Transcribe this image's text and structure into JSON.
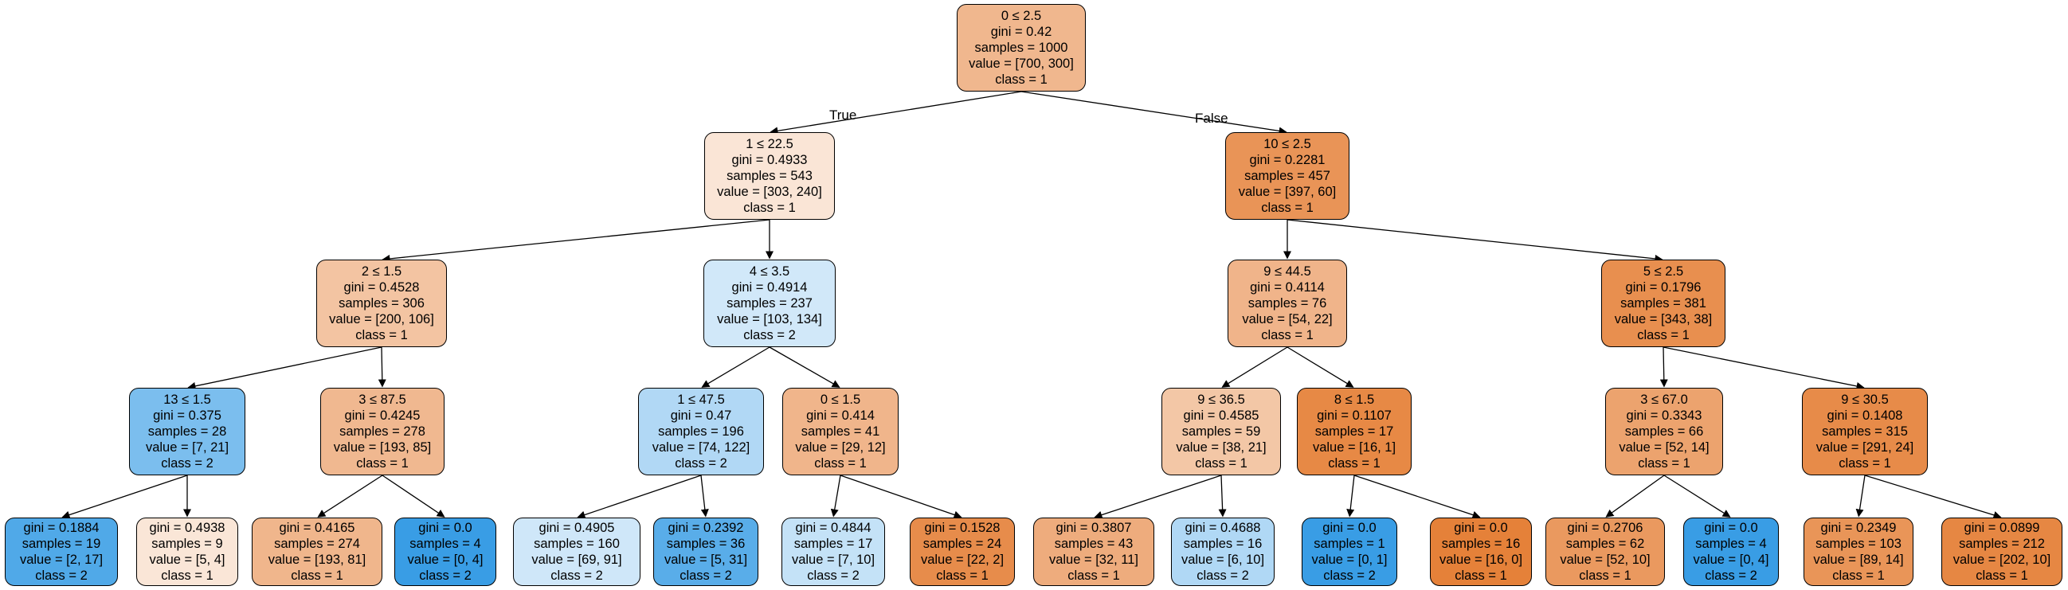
{
  "colors": {
    "class_1_fill": "#e58139",
    "class_2_fill": "#399de5",
    "edge": "#000000"
  },
  "edge_labels": {
    "true_label": "True",
    "false_label": "False"
  },
  "nodes": [
    {
      "id": "n0",
      "lines": [
        "0 ≤ 2.5",
        "gini = 0.42",
        "samples = 1000",
        "value = [700, 300]",
        "class = 1"
      ],
      "class": 1,
      "strength": 0.571
    },
    {
      "id": "n1",
      "lines": [
        "1 ≤ 22.5",
        "gini = 0.4933",
        "samples = 543",
        "value = [303, 240]",
        "class = 1"
      ],
      "class": 1,
      "strength": 0.208
    },
    {
      "id": "n2",
      "lines": [
        "10 ≤ 2.5",
        "gini = 0.2281",
        "samples = 457",
        "value = [397, 60]",
        "class = 1"
      ],
      "class": 1,
      "strength": 0.849
    },
    {
      "id": "n3",
      "lines": [
        "2 ≤ 1.5",
        "gini = 0.4528",
        "samples = 306",
        "value = [200, 106]",
        "class = 1"
      ],
      "class": 1,
      "strength": 0.47
    },
    {
      "id": "n4",
      "lines": [
        "4 ≤ 3.5",
        "gini = 0.4914",
        "samples = 237",
        "value = [103, 134]",
        "class = 2"
      ],
      "class": 2,
      "strength": 0.231
    },
    {
      "id": "n5",
      "lines": [
        "9 ≤ 44.5",
        "gini = 0.4114",
        "samples = 76",
        "value = [54, 22]",
        "class = 1"
      ],
      "class": 1,
      "strength": 0.593
    },
    {
      "id": "n6",
      "lines": [
        "5 ≤ 2.5",
        "gini = 0.1796",
        "samples = 381",
        "value = [343, 38]",
        "class = 1"
      ],
      "class": 1,
      "strength": 0.889
    },
    {
      "id": "n7",
      "lines": [
        "13 ≤ 1.5",
        "gini = 0.375",
        "samples = 28",
        "value = [7, 21]",
        "class = 2"
      ],
      "class": 2,
      "strength": 0.667
    },
    {
      "id": "n8",
      "lines": [
        "3 ≤ 87.5",
        "gini = 0.4245",
        "samples = 278",
        "value = [193, 85]",
        "class = 1"
      ],
      "class": 1,
      "strength": 0.56
    },
    {
      "id": "n9",
      "lines": [
        "1 ≤ 47.5",
        "gini = 0.47",
        "samples = 196",
        "value = [74, 122]",
        "class = 2"
      ],
      "class": 2,
      "strength": 0.393
    },
    {
      "id": "n10",
      "lines": [
        "0 ≤ 1.5",
        "gini = 0.414",
        "samples = 41",
        "value = [29, 12]",
        "class = 1"
      ],
      "class": 1,
      "strength": 0.586
    },
    {
      "id": "n11",
      "lines": [
        "9 ≤ 36.5",
        "gini = 0.4585",
        "samples = 59",
        "value = [38, 21]",
        "class = 1"
      ],
      "class": 1,
      "strength": 0.447
    },
    {
      "id": "n12",
      "lines": [
        "8 ≤ 1.5",
        "gini = 0.1107",
        "samples = 17",
        "value = [16, 1]",
        "class = 1"
      ],
      "class": 1,
      "strength": 0.938
    },
    {
      "id": "n13",
      "lines": [
        "3 ≤ 67.0",
        "gini = 0.3343",
        "samples = 66",
        "value = [52, 14]",
        "class = 1"
      ],
      "class": 1,
      "strength": 0.731
    },
    {
      "id": "n14",
      "lines": [
        "9 ≤ 30.5",
        "gini = 0.1408",
        "samples = 315",
        "value = [291, 24]",
        "class = 1"
      ],
      "class": 1,
      "strength": 0.918
    },
    {
      "id": "n15",
      "lines": [
        "gini = 0.1884",
        "samples = 19",
        "value = [2, 17]",
        "class = 2"
      ],
      "class": 2,
      "strength": 0.882
    },
    {
      "id": "n16",
      "lines": [
        "gini = 0.4938",
        "samples = 9",
        "value = [5, 4]",
        "class = 1"
      ],
      "class": 1,
      "strength": 0.2
    },
    {
      "id": "n17",
      "lines": [
        "gini = 0.4165",
        "samples = 274",
        "value = [193, 81]",
        "class = 1"
      ],
      "class": 1,
      "strength": 0.58
    },
    {
      "id": "n18",
      "lines": [
        "gini = 0.0",
        "samples = 4",
        "value = [0, 4]",
        "class = 2"
      ],
      "class": 2,
      "strength": 1.0
    },
    {
      "id": "n19",
      "lines": [
        "gini = 0.4905",
        "samples = 160",
        "value = [69, 91]",
        "class = 2"
      ],
      "class": 2,
      "strength": 0.242
    },
    {
      "id": "n20",
      "lines": [
        "gini = 0.2392",
        "samples = 36",
        "value = [5, 31]",
        "class = 2"
      ],
      "class": 2,
      "strength": 0.839
    },
    {
      "id": "n21",
      "lines": [
        "gini = 0.4844",
        "samples = 17",
        "value = [7, 10]",
        "class = 2"
      ],
      "class": 2,
      "strength": 0.3
    },
    {
      "id": "n22",
      "lines": [
        "gini = 0.1528",
        "samples = 24",
        "value = [22, 2]",
        "class = 1"
      ],
      "class": 1,
      "strength": 0.909
    },
    {
      "id": "n23",
      "lines": [
        "gini = 0.3807",
        "samples = 43",
        "value = [32, 11]",
        "class = 1"
      ],
      "class": 1,
      "strength": 0.656
    },
    {
      "id": "n24",
      "lines": [
        "gini = 0.4688",
        "samples = 16",
        "value = [6, 10]",
        "class = 2"
      ],
      "class": 2,
      "strength": 0.4
    },
    {
      "id": "n25",
      "lines": [
        "gini = 0.0",
        "samples = 1",
        "value = [0, 1]",
        "class = 2"
      ],
      "class": 2,
      "strength": 1.0
    },
    {
      "id": "n26",
      "lines": [
        "gini = 0.0",
        "samples = 16",
        "value = [16, 0]",
        "class = 1"
      ],
      "class": 1,
      "strength": 1.0
    },
    {
      "id": "n27",
      "lines": [
        "gini = 0.2706",
        "samples = 62",
        "value = [52, 10]",
        "class = 1"
      ],
      "class": 1,
      "strength": 0.808
    },
    {
      "id": "n28",
      "lines": [
        "gini = 0.0",
        "samples = 4",
        "value = [0, 4]",
        "class = 2"
      ],
      "class": 2,
      "strength": 1.0
    },
    {
      "id": "n29",
      "lines": [
        "gini = 0.2349",
        "samples = 103",
        "value = [89, 14]",
        "class = 1"
      ],
      "class": 1,
      "strength": 0.843
    },
    {
      "id": "n30",
      "lines": [
        "gini = 0.0899",
        "samples = 212",
        "value = [202, 10]",
        "class = 1"
      ],
      "class": 1,
      "strength": 0.95
    }
  ],
  "edges": [
    [
      "n0",
      "n1"
    ],
    [
      "n0",
      "n2"
    ],
    [
      "n1",
      "n3"
    ],
    [
      "n1",
      "n4"
    ],
    [
      "n2",
      "n5"
    ],
    [
      "n2",
      "n6"
    ],
    [
      "n3",
      "n7"
    ],
    [
      "n3",
      "n8"
    ],
    [
      "n4",
      "n9"
    ],
    [
      "n4",
      "n10"
    ],
    [
      "n5",
      "n11"
    ],
    [
      "n5",
      "n12"
    ],
    [
      "n6",
      "n13"
    ],
    [
      "n6",
      "n14"
    ],
    [
      "n7",
      "n15"
    ],
    [
      "n7",
      "n16"
    ],
    [
      "n8",
      "n17"
    ],
    [
      "n8",
      "n18"
    ],
    [
      "n9",
      "n19"
    ],
    [
      "n9",
      "n20"
    ],
    [
      "n10",
      "n21"
    ],
    [
      "n10",
      "n22"
    ],
    [
      "n11",
      "n23"
    ],
    [
      "n11",
      "n24"
    ],
    [
      "n12",
      "n25"
    ],
    [
      "n12",
      "n26"
    ],
    [
      "n13",
      "n27"
    ],
    [
      "n13",
      "n28"
    ],
    [
      "n14",
      "n29"
    ],
    [
      "n14",
      "n30"
    ]
  ]
}
